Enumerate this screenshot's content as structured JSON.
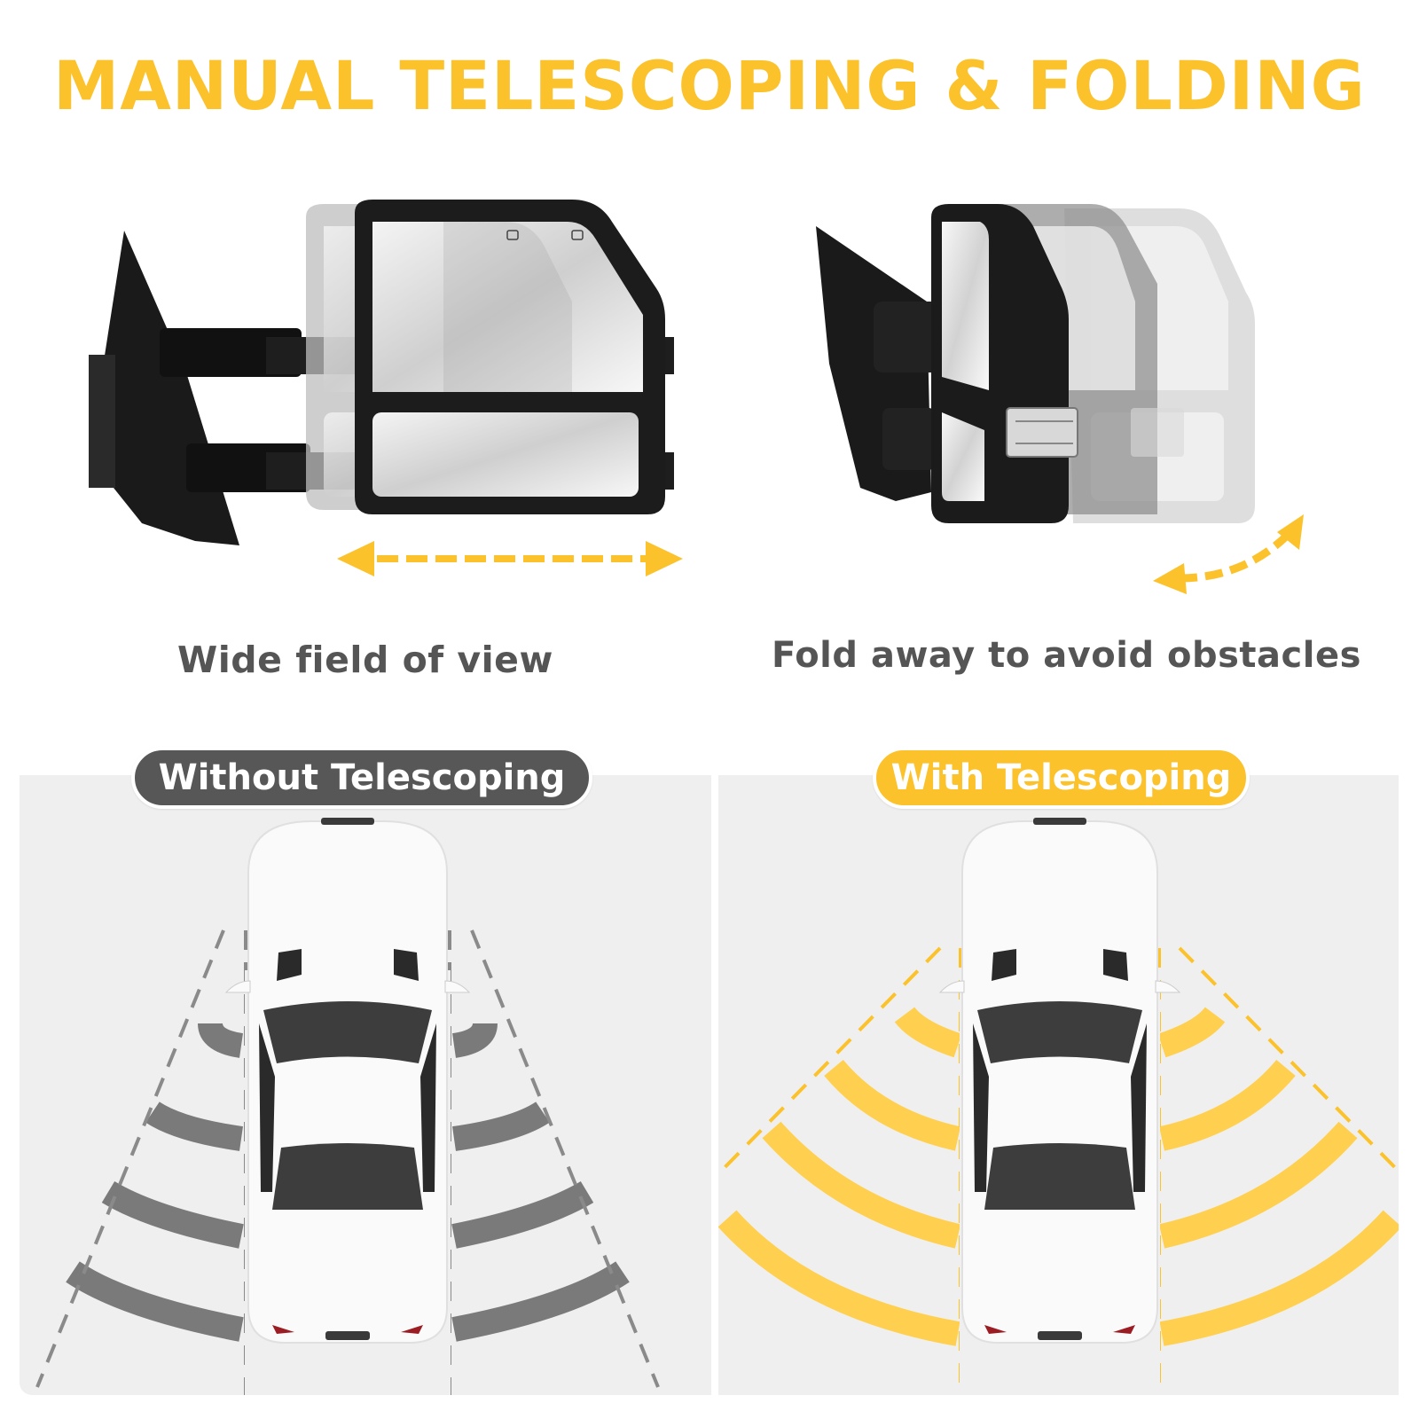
{
  "title": "MANUAL TELESCOPING & FOLDING",
  "features": [
    {
      "caption": "Wide field of view",
      "arrow": "double-horizontal-dashed-arrow",
      "illustration": "telescoping-mirror"
    },
    {
      "caption": "Fold away to avoid obstacles",
      "arrow": "double-curved-dashed-arrow",
      "illustration": "folding-mirror"
    }
  ],
  "comparison": [
    {
      "label": "Without Telescoping",
      "badge_color": "#575757",
      "cone_color": "#7a7a7a"
    },
    {
      "label": "With Telescoping",
      "badge_color": "#fcc22b",
      "cone_color": "#ffd04f"
    }
  ],
  "colors": {
    "accent": "#fcc22b",
    "text_gray": "#555555",
    "panel_bg": "#efefef"
  }
}
